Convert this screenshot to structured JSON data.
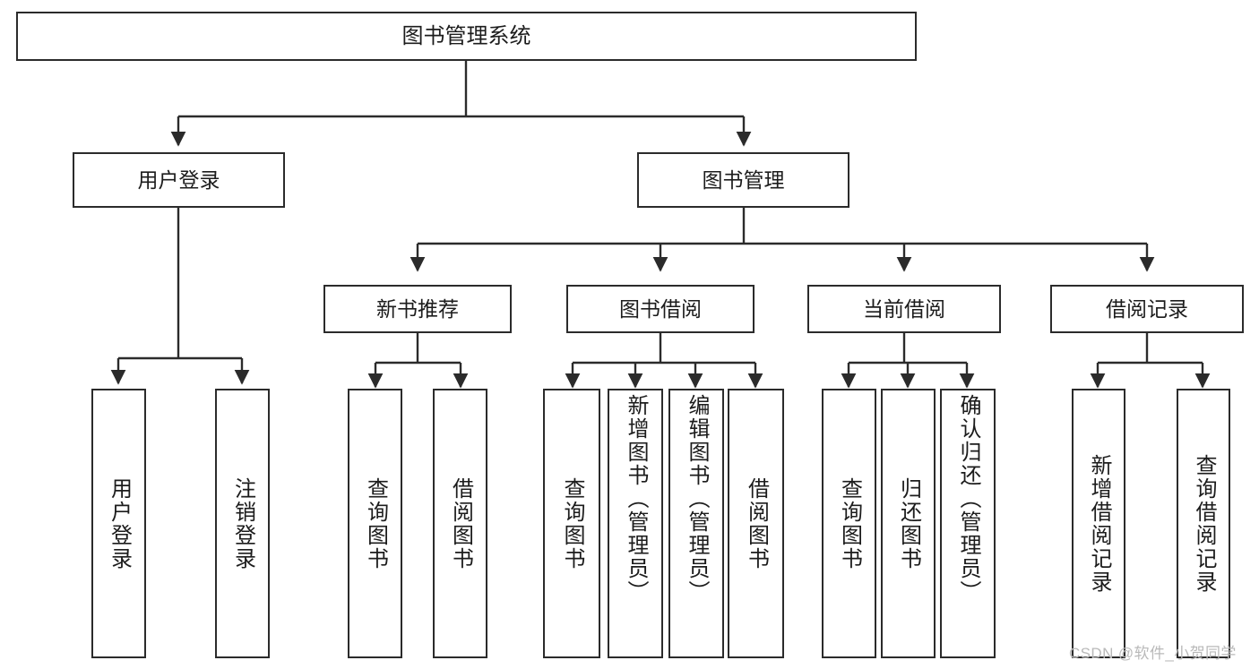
{
  "diagram": {
    "title": "图书管理系统",
    "type": "tree-hierarchy",
    "stroke_color": "#2b2b2b",
    "text_color": "#1c1c1c",
    "background": "#ffffff",
    "root": {
      "label": "图书管理系统"
    },
    "level1": [
      {
        "label": "用户登录"
      },
      {
        "label": "图书管理"
      }
    ],
    "level2": [
      {
        "label": "新书推荐"
      },
      {
        "label": "图书借阅"
      },
      {
        "label": "当前借阅"
      },
      {
        "label": "借阅记录"
      }
    ],
    "leaves": {
      "user_login": [
        {
          "label": "用户登录"
        },
        {
          "label": "注销登录"
        }
      ],
      "new_book": [
        {
          "label": "查询图书"
        },
        {
          "label": "借阅图书"
        }
      ],
      "book_borrow": [
        {
          "label": "查询图书"
        },
        {
          "label": "新增图书（管理员）"
        },
        {
          "label": "编辑图书（管理员）"
        },
        {
          "label": "借阅图书"
        }
      ],
      "current_borrow": [
        {
          "label": "查询图书"
        },
        {
          "label": "归还图书"
        },
        {
          "label": "确认归还（管理员）"
        }
      ],
      "borrow_record": [
        {
          "label": "新增借阅记录"
        },
        {
          "label": "查询借阅记录"
        }
      ]
    }
  },
  "watermark": {
    "text": "CSDN @软件_小贺同学"
  }
}
